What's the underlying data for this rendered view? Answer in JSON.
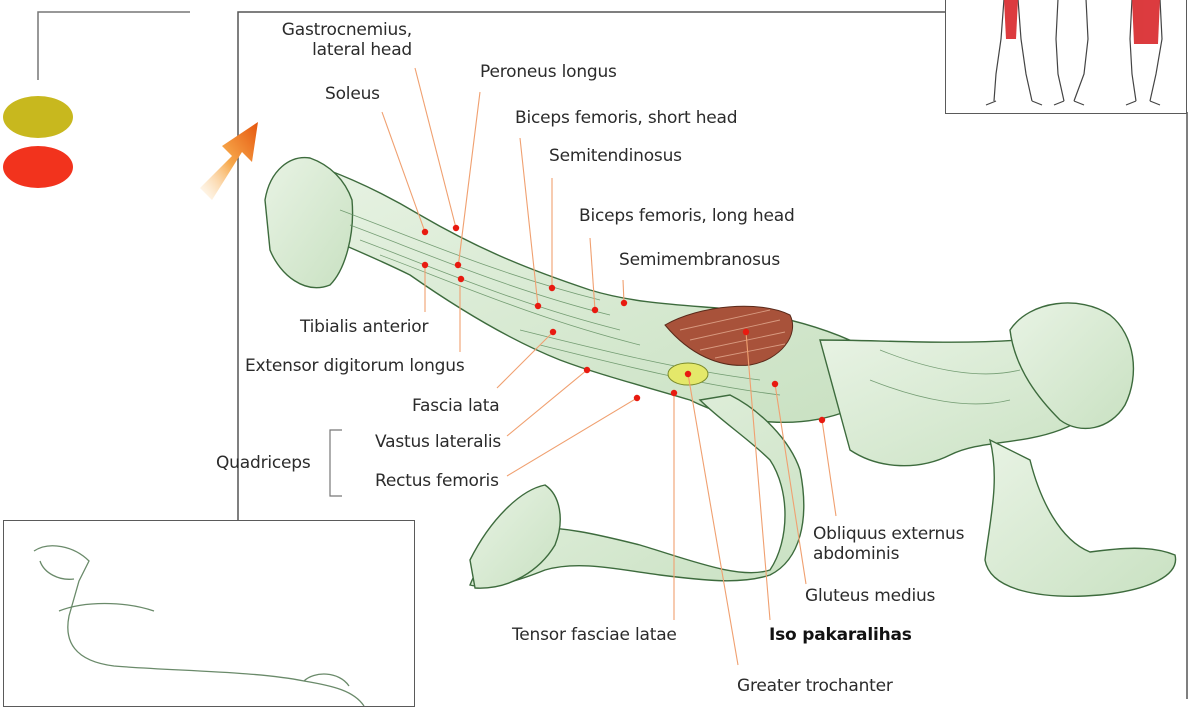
{
  "legend": [
    {
      "color": "#c8b81e"
    },
    {
      "color": "#f2331d"
    }
  ],
  "colors": {
    "skin_ink": "#3d6b3d",
    "muscle_tint": "#b8d8b0",
    "highlight_muscle": "#a8523a",
    "leader_line": "#f0a070",
    "dot": "#e81a10",
    "arrow_top": "#e96d10",
    "arrow_bottom": "#fbe0b0"
  },
  "labels": {
    "gastrocnemius": "Gastrocnemius,\nlateral head",
    "peroneus": "Peroneus longus",
    "soleus": "Soleus",
    "biceps_short": "Biceps femoris, short head",
    "semitendinosus": "Semitendinosus",
    "biceps_long": "Biceps femoris, long head",
    "semimembranosus": "Semimembranosus",
    "tibialis": "Tibialis anterior",
    "extensor": "Extensor digitorum longus",
    "fascia": "Fascia lata",
    "vastus": "Vastus lateralis",
    "quadriceps": "Quadriceps",
    "rectus": "Rectus femoris",
    "obliquus": "Obliquus externus\nabdominis",
    "gluteus_medius": "Gluteus medius",
    "tensor": "Tensor fasciae latae",
    "iso": "Iso pakaralihas",
    "trochanter": "Greater trochanter"
  },
  "icons": {
    "direction": "arrow-up-right-icon",
    "thumbnail_top": "three-figure-muscle-thumbnail",
    "thumbnail_bottom": "kneeling-figure-thumbnail"
  }
}
